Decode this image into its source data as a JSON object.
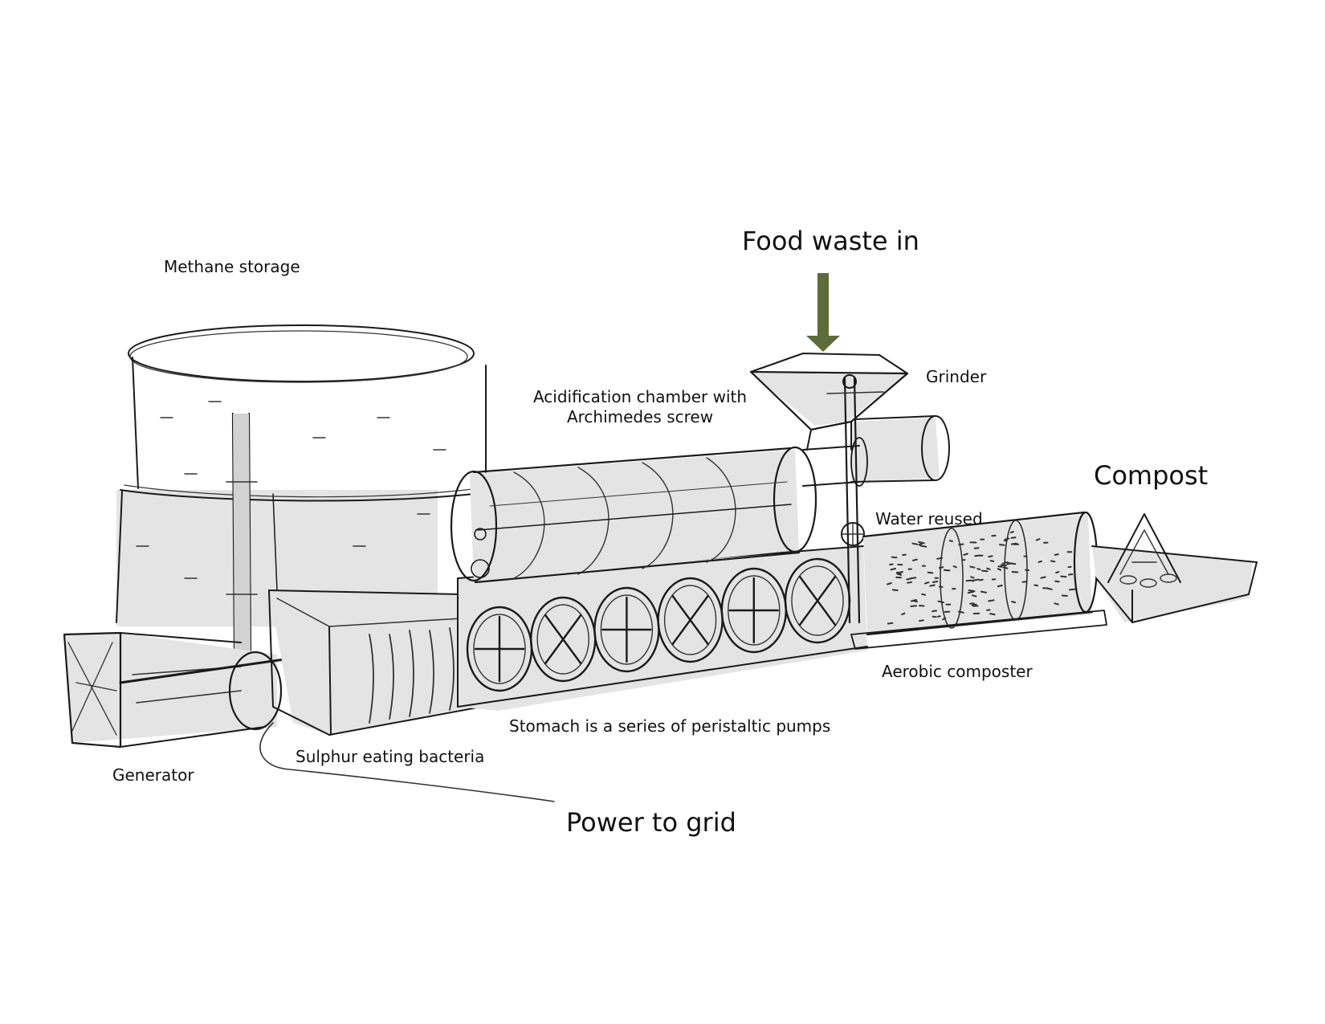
{
  "labels": {
    "methane_storage": "Methane storage",
    "food_waste_in": "Food waste in",
    "grinder": "Grinder",
    "acidification_line1": "Acidification chamber with",
    "acidification_line2": "Archimedes screw",
    "compost": "Compost",
    "water_reused": "Water reused",
    "aerobic_composter": "Aerobic composter",
    "stomach": "Stomach is a series of peristaltic pumps",
    "sulphur_bacteria": "Sulphur eating bacteria",
    "generator": "Generator",
    "power_to_grid": "Power to grid"
  },
  "colors": {
    "inflow_arrow": "#5e6b3a",
    "ink": "#1a1a1a"
  },
  "pump_count": 6
}
